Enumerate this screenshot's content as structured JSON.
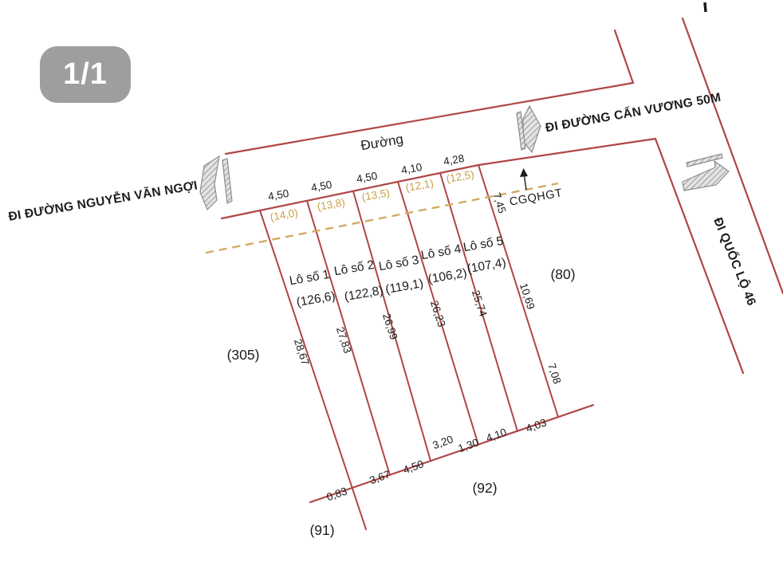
{
  "badge": {
    "label": "1/1"
  },
  "colors": {
    "line_red": "#b04546",
    "dash_tan": "#d2ab63",
    "accent_orange": "#c9a04a",
    "badge_gray": "#9e9e9e",
    "ink": "#1c1c1c",
    "paper": "#ffffff",
    "arrow_gray": "#8d8d8d"
  },
  "roads": {
    "main_label": "Đường",
    "left_direction": "ĐI ĐƯỜNG NGUYỄN VĂN NGỢI",
    "top_direction": "ĐI ĐƯỜNG CẤN VƯƠNG 50M",
    "right_direction": "ĐI QUỐC LỘ 46",
    "planning_line_label": "CGQHGT"
  },
  "lots": [
    {
      "name": "Lô số 1",
      "area": "(126,6)",
      "planning_area": "(14,0)",
      "frontage": "4,50",
      "depth": "28,67"
    },
    {
      "name": "Lô số 2",
      "area": "(122,8)",
      "planning_area": "(13,8)",
      "frontage": "4,50",
      "depth": "27,83"
    },
    {
      "name": "Lô số 3",
      "area": "(119,1)",
      "planning_area": "(13,5)",
      "frontage": "4,50",
      "depth": "26,99"
    },
    {
      "name": "Lô số 4",
      "area": "(106,2)",
      "planning_area": "(12,1)",
      "frontage": "4,10",
      "depth": "26,23"
    },
    {
      "name": "Lô số 5",
      "area": "(107,4)",
      "planning_area": "(12,5)",
      "frontage": "4,28",
      "depth": "25,74"
    }
  ],
  "east_boundary": {
    "top": "7,45",
    "middle": "10,69",
    "bottom": "7,08"
  },
  "bottom_dims": [
    "0,83",
    "3,67",
    "4,50",
    "3,20",
    "1,30",
    "4,10",
    "4,03"
  ],
  "adjacent_parcels": {
    "west": "(305)",
    "east": "(80)",
    "south_west": "(91)",
    "south": "(92)"
  }
}
